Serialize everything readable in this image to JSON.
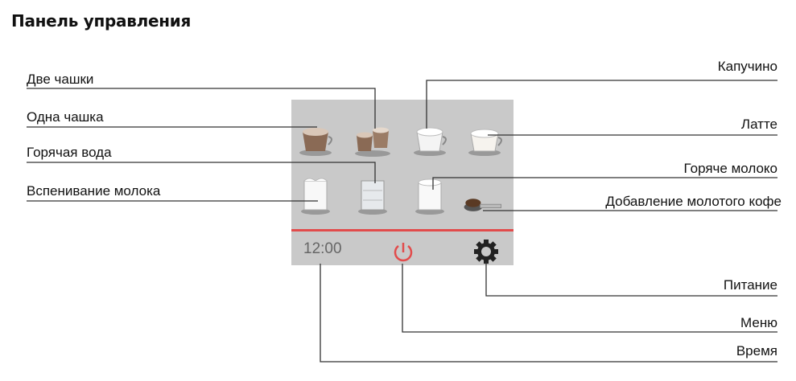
{
  "title": "Панель управления",
  "panel": {
    "clock": "12:00",
    "icons": {
      "two_cups": "two-cups-icon",
      "one_cup": "one-cup-icon",
      "cappuccino": "cappuccino-icon",
      "latte": "latte-icon",
      "hot_water": "hot-water-icon",
      "milk_froth": "milk-froth-icon",
      "hot_milk": "hot-milk-icon",
      "ground_coffee": "ground-coffee-scoop-icon",
      "power": "power-icon",
      "menu": "gear-icon"
    },
    "colors": {
      "panel_bg": "#c9c9c9",
      "accent_line": "#e24b4b",
      "power": "#e24b4b"
    }
  },
  "labels": {
    "two_cups": "Две чашки",
    "one_cup": "Одна чашка",
    "hot_water": "Горячая вода",
    "milk_froth": "Вспенивание молока",
    "cappuccino": "Капучино",
    "latte": "Латте",
    "hot_milk": "Горяче молоко",
    "ground_coffee": "Добавление молотого кофе",
    "power": "Питание",
    "menu": "Меню",
    "time": "Время"
  }
}
